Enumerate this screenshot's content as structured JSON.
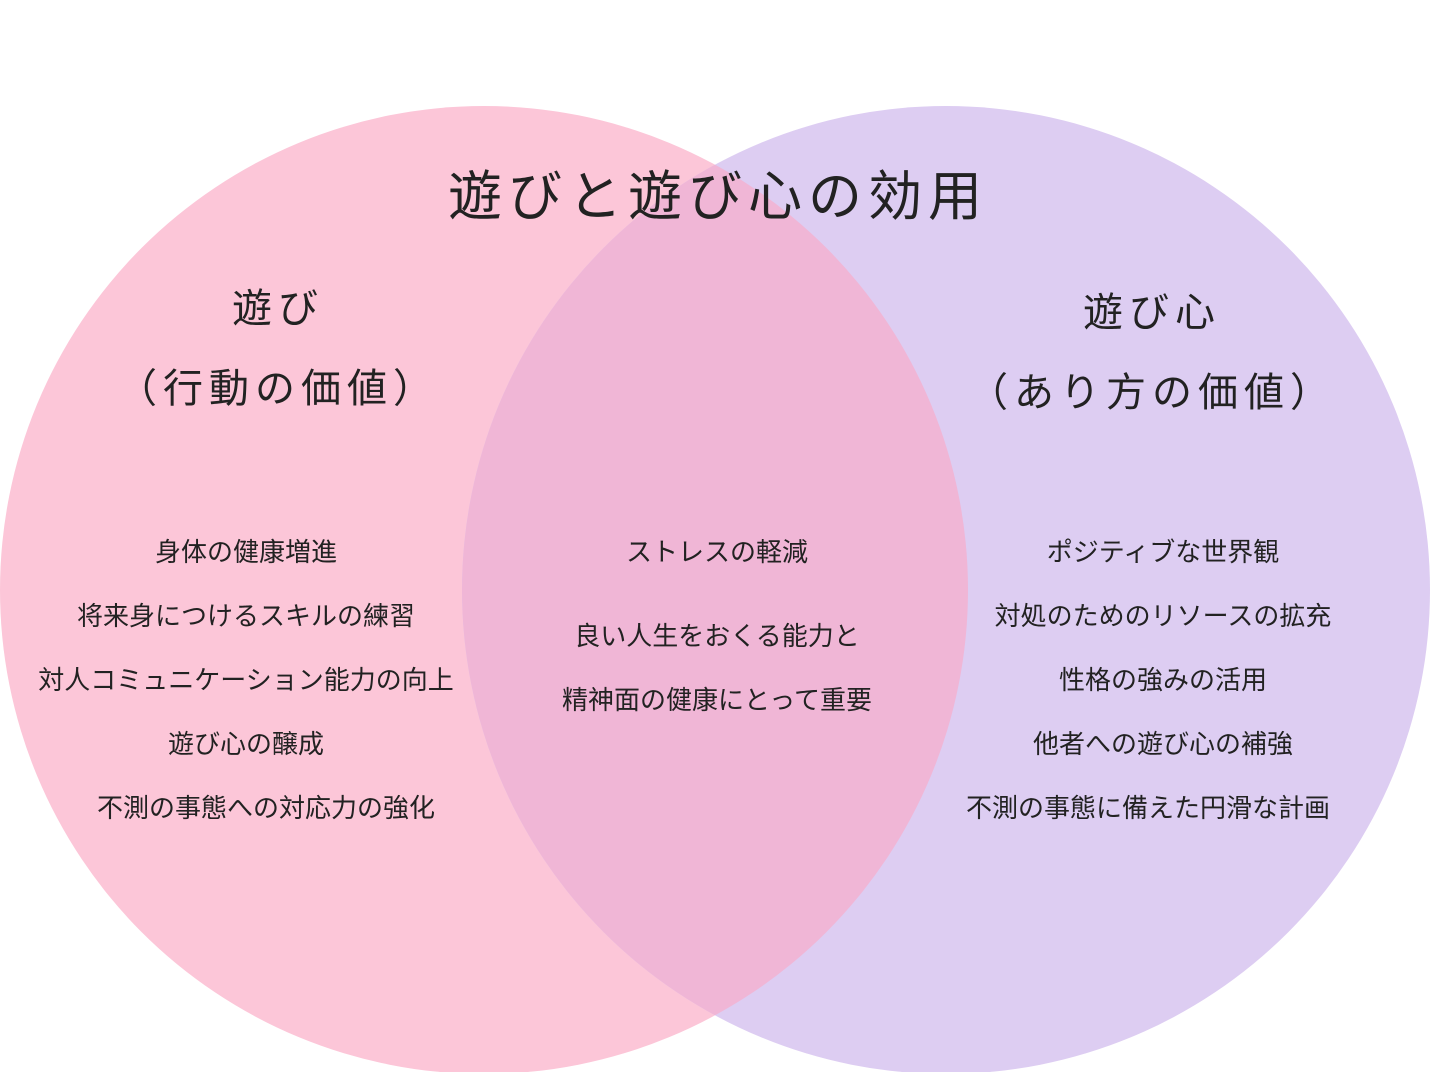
{
  "title": "遊びと遊び心の効用",
  "colors": {
    "left": "#fcc6d8",
    "right": "#ddcdf2",
    "overlap": "#f0b6d6"
  },
  "left": {
    "heading": "遊び",
    "subheading": "（行動の価値）",
    "items": [
      "身体の健康増進",
      "将来身につけるスキルの練習",
      "対人コミュニケーション能力の向上",
      "遊び心の醸成",
      "不測の事態への対応力の強化"
    ]
  },
  "center": {
    "items": [
      "ストレスの軽減",
      "良い人生をおくる能力と",
      "精神面の健康にとって重要"
    ]
  },
  "right": {
    "heading": "遊び心",
    "subheading": "（あり方の価値）",
    "items": [
      "ポジティブな世界観",
      "対処のためのリソースの拡充",
      "性格の強みの活用",
      "他者への遊び心の補強",
      "不測の事態に備えた円滑な計画"
    ]
  }
}
